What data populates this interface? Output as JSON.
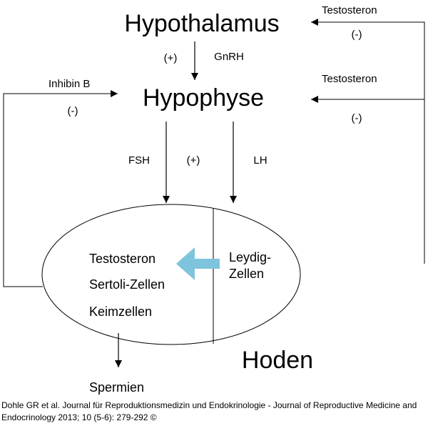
{
  "nodes": {
    "hypothalamus": "Hypothalamus",
    "hypophyse": "Hypophyse",
    "hoden": "Hoden",
    "spermien": "Spermien"
  },
  "hoden_contents": {
    "left": [
      "Testosteron",
      "Sertoli-Zellen",
      "Keimzellen"
    ],
    "right": [
      "Leydig-",
      "Zellen"
    ]
  },
  "labels": {
    "testosteron_top": "Testosteron",
    "testosteron_mid": "Testosteron",
    "minus_top": "(-)",
    "minus_mid": "(-)",
    "gnrh": "GnRH",
    "plus_gnrh": "(+)",
    "inhibin_b": "Inhibin B",
    "minus_inhibin": "(-)",
    "fsh": "FSH",
    "plus_fsh": "(+)",
    "lh": "LH"
  },
  "colors": {
    "line": "#000000",
    "arrow_accent": "#7ec4dc"
  },
  "citation": {
    "line1": "Dohle GR et al. Journal für Reproduktionsmedizin und Endokrinologie - Journal of Reproductive Medicine and",
    "line2": "Endocrinology 2013; 10 (5-6): 279-292 ©"
  }
}
